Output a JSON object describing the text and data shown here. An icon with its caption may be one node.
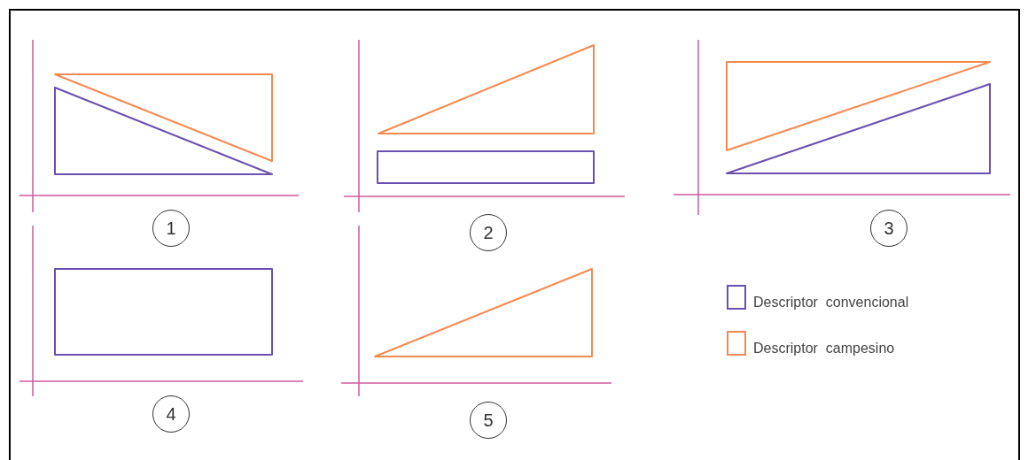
{
  "diagram": {
    "nodes": [
      {
        "text": [
          "1"
        ]
      },
      {
        "text": [
          "2"
        ]
      },
      {
        "text": [
          "3"
        ]
      },
      {
        "text": [
          "4"
        ]
      },
      {
        "text": [
          "5"
        ]
      }
    ],
    "legend": [
      {
        "text": "Descriptor  convencional",
        "color": "#6a50b0"
      },
      {
        "text": "Descriptor  campesino",
        "color": "#f58a50"
      }
    ]
  }
}
